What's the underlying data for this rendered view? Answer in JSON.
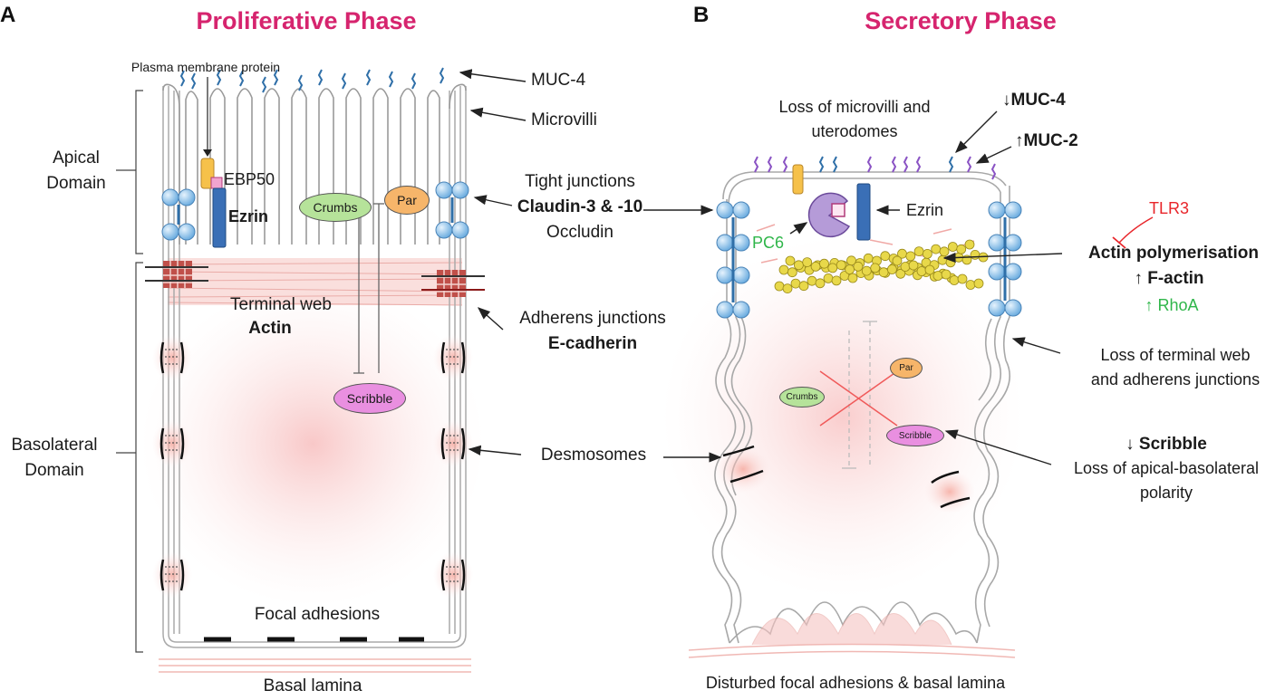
{
  "panel_a": {
    "letter": "A",
    "title": "Proliferative Phase",
    "domains": {
      "apical": [
        "Apical",
        "Domain"
      ],
      "basolateral": [
        "Basolateral",
        "Domain"
      ]
    },
    "proteins": {
      "plasma_membrane": "Plasma membrane protein",
      "ebp50": "EBP50",
      "ezrin": "Ezrin",
      "crumbs": "Crumbs",
      "par": "Par",
      "scribble": "Scribble"
    },
    "terminal_web": [
      "Terminal web",
      "Actin"
    ],
    "focal_adhesions": "Focal adhesions",
    "basal_lamina": "Basal lamina"
  },
  "center_labels": {
    "muc4": "MUC-4",
    "microvilli": "Microvilli",
    "tight_junctions": [
      "Tight junctions",
      "Claudin-3 & -10",
      "Occludin"
    ],
    "adherens": [
      "Adherens junctions",
      "E-cadherin"
    ],
    "desmosomes": "Desmosomes"
  },
  "panel_b": {
    "letter": "B",
    "title": "Secretory Phase",
    "loss_microvilli": [
      "Loss of microvilli and",
      "uterodomes"
    ],
    "muc4_down": "↓MUC-4",
    "muc2_up": "↑MUC-2",
    "ezrin": "Ezrin",
    "pc6": "PC6",
    "tlr3": "TLR3",
    "actin": [
      "Actin polymerisation",
      "↑ F-actin",
      "↑ RhoA"
    ],
    "loss_terminal": [
      "Loss of terminal web",
      "and adherens junctions"
    ],
    "scribble_down": "↓ Scribble",
    "loss_polarity": [
      "Loss of apical-basolateral",
      "polarity"
    ],
    "proteins": {
      "crumbs": "Crumbs",
      "par": "Par",
      "scribble": "Scribble"
    },
    "disturbed": "Disturbed focal adhesions & basal lamina"
  },
  "colors": {
    "title": "#d6246e",
    "membrane": "#bfbfbf",
    "junction": "#8ec3ea",
    "crumbs": "#b6e39a",
    "par": "#f6b56a",
    "scribble": "#e98fe0",
    "muc4": "#2f6fa8",
    "muc2": "#8a53c4",
    "actin_bead": "#e8d84a",
    "green_text": "#2fb64a",
    "red_text": "#e8252a",
    "pink": "#f2b3b0"
  }
}
